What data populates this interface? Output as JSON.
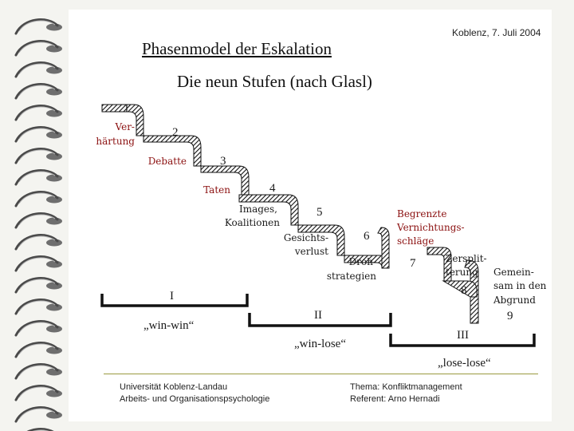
{
  "header": {
    "date": "Koblenz, 7. Juli 2004",
    "title": "Phasenmodel der Eskalation",
    "subtitle": "Die neun Stufen (nach Glasl)"
  },
  "stages": [
    {
      "number": "1",
      "label_lines": [
        "Ver-",
        "härtung"
      ]
    },
    {
      "number": "2",
      "label_lines": [
        "Debatte"
      ]
    },
    {
      "number": "3",
      "label_lines": [
        "Taten"
      ]
    },
    {
      "number": "4",
      "label_lines": [
        "Images,",
        "Koalitionen"
      ]
    },
    {
      "number": "5",
      "label_lines": [
        "Gesichts-",
        "verlust"
      ]
    },
    {
      "number": "6",
      "label_lines": [
        "Droh-",
        "strategien"
      ]
    },
    {
      "number": "7",
      "label_lines": [
        "Begrenzte",
        "Vernichtungs-",
        "schläge"
      ]
    },
    {
      "number": "8",
      "label_lines": [
        "Zersplit-",
        "terung"
      ]
    },
    {
      "number": "9",
      "label_lines": [
        "Gemein-",
        "sam in den",
        "Abgrund"
      ]
    }
  ],
  "phases": [
    {
      "roman": "I",
      "label": "„win-win“"
    },
    {
      "roman": "II",
      "label": "„win-lose“"
    },
    {
      "roman": "III",
      "label": "„lose-lose“"
    }
  ],
  "footer": {
    "left_line1": "Universität Koblenz-Landau",
    "left_line2": "Arbeits- und Organisationspsychologie",
    "right_line1": "Thema: Konfliktmanagement",
    "right_line2": "Referent: Arno Hernadi"
  }
}
